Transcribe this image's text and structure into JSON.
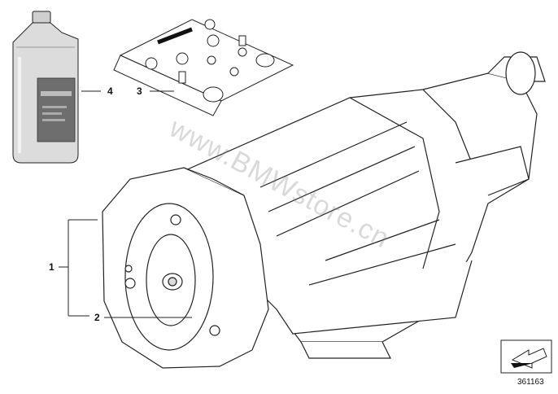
{
  "callouts": {
    "part_1": "1",
    "part_2": "2",
    "part_3": "3",
    "part_4": "4"
  },
  "watermark": "www.BMWstore.cn",
  "reference_number": "361163",
  "colors": {
    "line": "#222222",
    "bottle_body": "#d8d8d8",
    "bottle_label": "#6a6a6a",
    "watermark": "#9a9a9a"
  },
  "icons": {
    "oil_bottle": "oil-bottle-icon",
    "bolt_kit": "bolt-kit-icon",
    "transmission": "transmission-illustration",
    "torque_converter": "torque-converter-illustration",
    "view_arrow": "view-direction-arrow-icon"
  }
}
